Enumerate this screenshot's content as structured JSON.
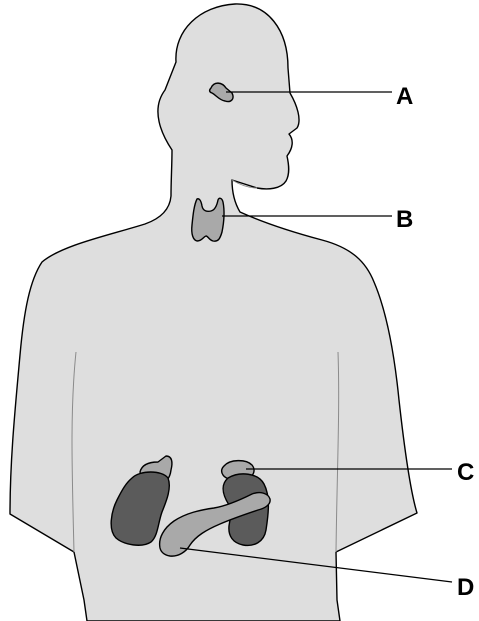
{
  "labels": {
    "a": "A",
    "b": "B",
    "c": "C",
    "d": "D"
  },
  "colors": {
    "body": "#dedede",
    "gland_light": "#a9a9a9",
    "gland_dark": "#5b5b5b",
    "outline": "#000000"
  }
}
